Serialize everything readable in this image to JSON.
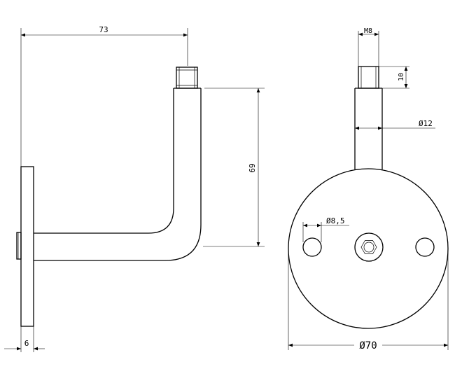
{
  "drawing": {
    "dimensions": {
      "overall_length": "73",
      "height": "69",
      "plate_thickness": "6",
      "thread": "M8",
      "thread_length": "10",
      "tube_diameter": "Ø12",
      "hole_diameter": "Ø8,5",
      "plate_diameter": "Ø70"
    }
  }
}
